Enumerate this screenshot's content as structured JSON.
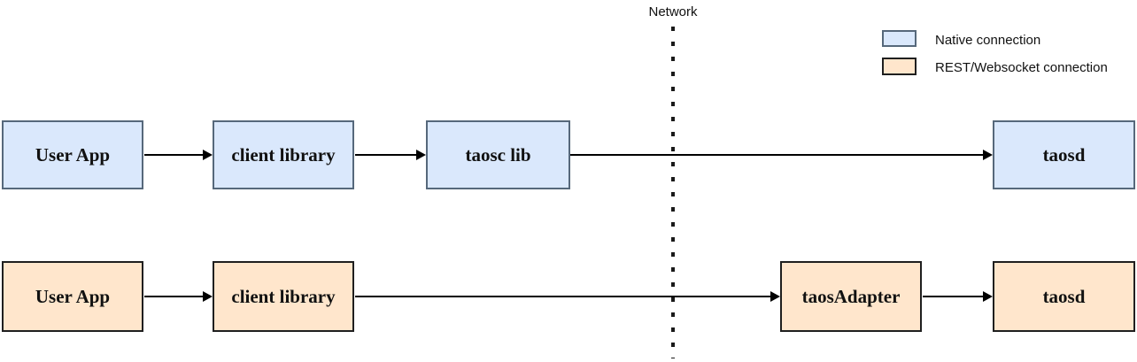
{
  "network": {
    "label": "Network"
  },
  "legend": {
    "items": [
      {
        "label": "Native connection",
        "fill": "native_fill",
        "stroke": "native_border"
      },
      {
        "label": "REST/Websocket connection",
        "fill": "rest_fill",
        "stroke": "rest_border"
      }
    ]
  },
  "rows": {
    "native": {
      "connection_type": "Native connection",
      "nodes": [
        {
          "label": "User App"
        },
        {
          "label": "client library"
        },
        {
          "label": "taosc lib"
        },
        {
          "label": "taosd"
        }
      ]
    },
    "rest": {
      "connection_type": "REST/Websocket connection",
      "nodes": [
        {
          "label": "User App"
        },
        {
          "label": "client library"
        },
        {
          "label": "taosAdapter"
        },
        {
          "label": "taosd"
        }
      ]
    }
  },
  "colors": {
    "native_fill": "#dae8fc",
    "native_border": "#56687b",
    "rest_fill": "#ffe6cc",
    "rest_border": "#1f1f1f",
    "arrow": "#000000",
    "divider": "#1a1a1a"
  }
}
